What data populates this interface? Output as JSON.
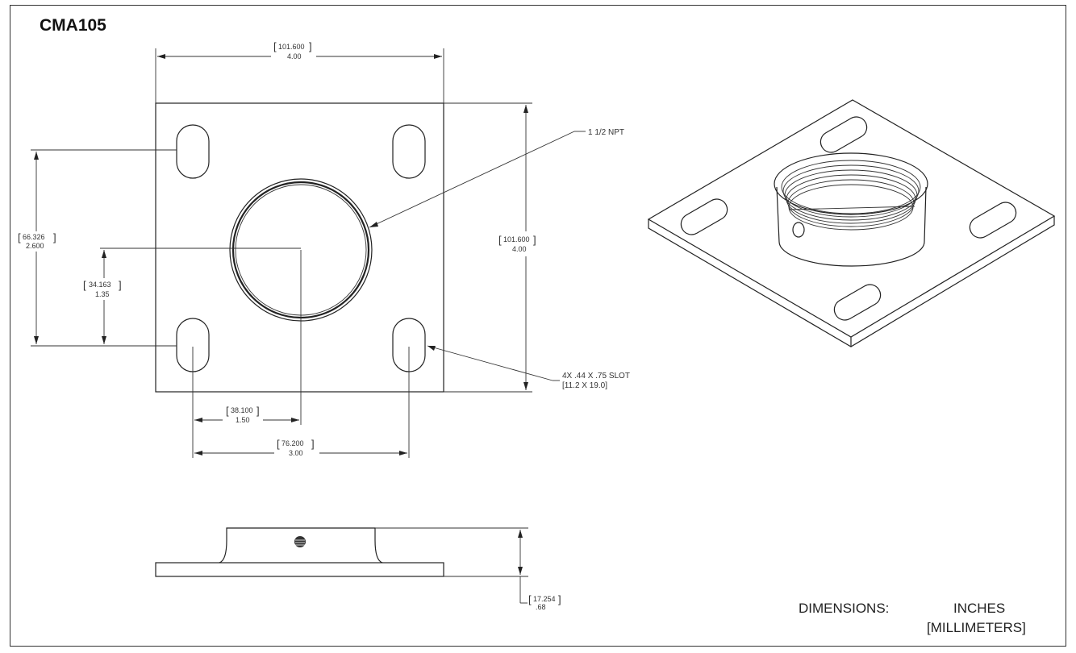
{
  "drawing": {
    "title": "CMA105",
    "thread_note": "1 1/2 NPT",
    "slot_note_line1": "4X .44 X .75 SLOT",
    "slot_note_line2": "[11.2 X 19.0]",
    "units_label": "DIMENSIONS:",
    "units_primary": "INCHES",
    "units_secondary": "[MILLIMETERS]"
  },
  "dimensions": {
    "top_width": {
      "mm": "101.600",
      "in": "4.00"
    },
    "right_height": {
      "mm": "101.600",
      "in": "4.00"
    },
    "left_outer": {
      "mm": "66.326",
      "in": "2.600"
    },
    "left_inner": {
      "mm": "34.163",
      "in": "1.35"
    },
    "bottom_short": {
      "mm": "38.100",
      "in": "1.50"
    },
    "bottom_long": {
      "mm": "76.200",
      "in": "3.00"
    },
    "side_height": {
      "mm": "17.254",
      "in": ".68"
    }
  }
}
